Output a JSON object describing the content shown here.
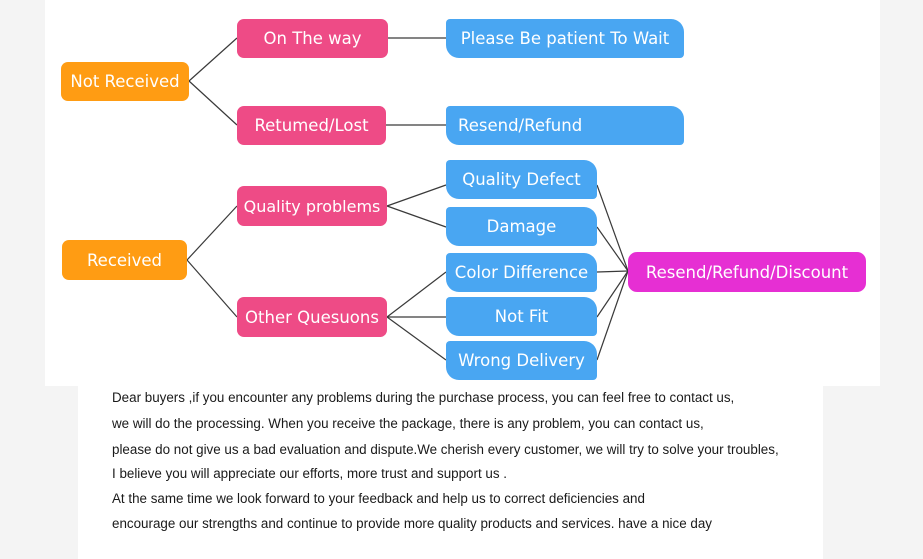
{
  "diagram": {
    "nodes": {
      "not_received": "Not Received",
      "received": "Received",
      "on_the_way": "On The way",
      "returned_lost": "Retumed/Lost",
      "quality_problems": "Quality problems",
      "other_questions": "Other Quesuons",
      "please_wait": "Please Be patient To Wait",
      "resend_refund": "Resend/Refund",
      "quality_defect": "Quality Defect",
      "damage": "Damage",
      "color_difference": "Color Difference",
      "not_fit": "Not Fit",
      "wrong_delivery": "Wrong Delivery",
      "resend_refund_discount": "Resend/Refund/Discount"
    },
    "colors": {
      "category": "#ff9c13",
      "case": "#ee4b86",
      "detail": "#49a6f2",
      "outcome": "#e62fd3",
      "connector": "#3a3a3a"
    }
  },
  "message": {
    "lines": [
      "Dear buyers ,if you encounter any problems during the purchase process, you can feel free to contact us,",
      "we will do the processing. When you receive the package, there is any problem, you can contact us,",
      "please do not give us a bad evaluation and dispute.We cherish every customer, we will try to solve your troubles,",
      "I believe you will appreciate our efforts, more trust and support us .",
      "At the same time we look forward to your feedback and help us to correct deficiencies and",
      "encourage our strengths and continue to provide more quality products and services. have a nice day"
    ]
  }
}
